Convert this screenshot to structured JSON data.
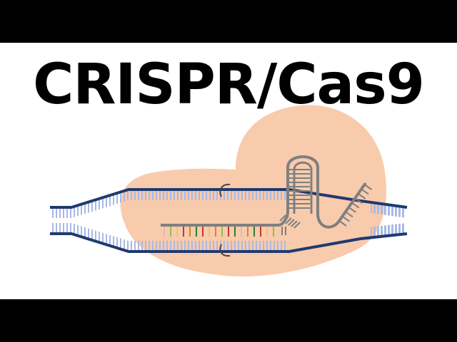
{
  "title": "CRISPR/Cas9",
  "colors": {
    "background": "#ffffff",
    "letterbox": "#000000",
    "title_text": "#000000",
    "protein_blob": "#f8cbad",
    "dna_backbone": "#1f3a6e",
    "dna_rungs": "#a9b9e6",
    "guide_rna": "#7f7f7f",
    "base_colors": [
      "#e8b4b8",
      "#8bc34a",
      "#f5c26b",
      "#c0392b",
      "#e67e22",
      "#2e7d32",
      "#c0392b",
      "#f5c26b",
      "#e67e22",
      "#8bc34a",
      "#c0392b",
      "#2e7d32",
      "#e8b4b8",
      "#e67e22",
      "#2e7d32",
      "#c0392b",
      "#f5c26b",
      "#8bc34a"
    ]
  },
  "icons": [
    "cas9-protein-blob",
    "dna-double-helix",
    "guide-rna-hairpin",
    "cut-site-mark"
  ]
}
